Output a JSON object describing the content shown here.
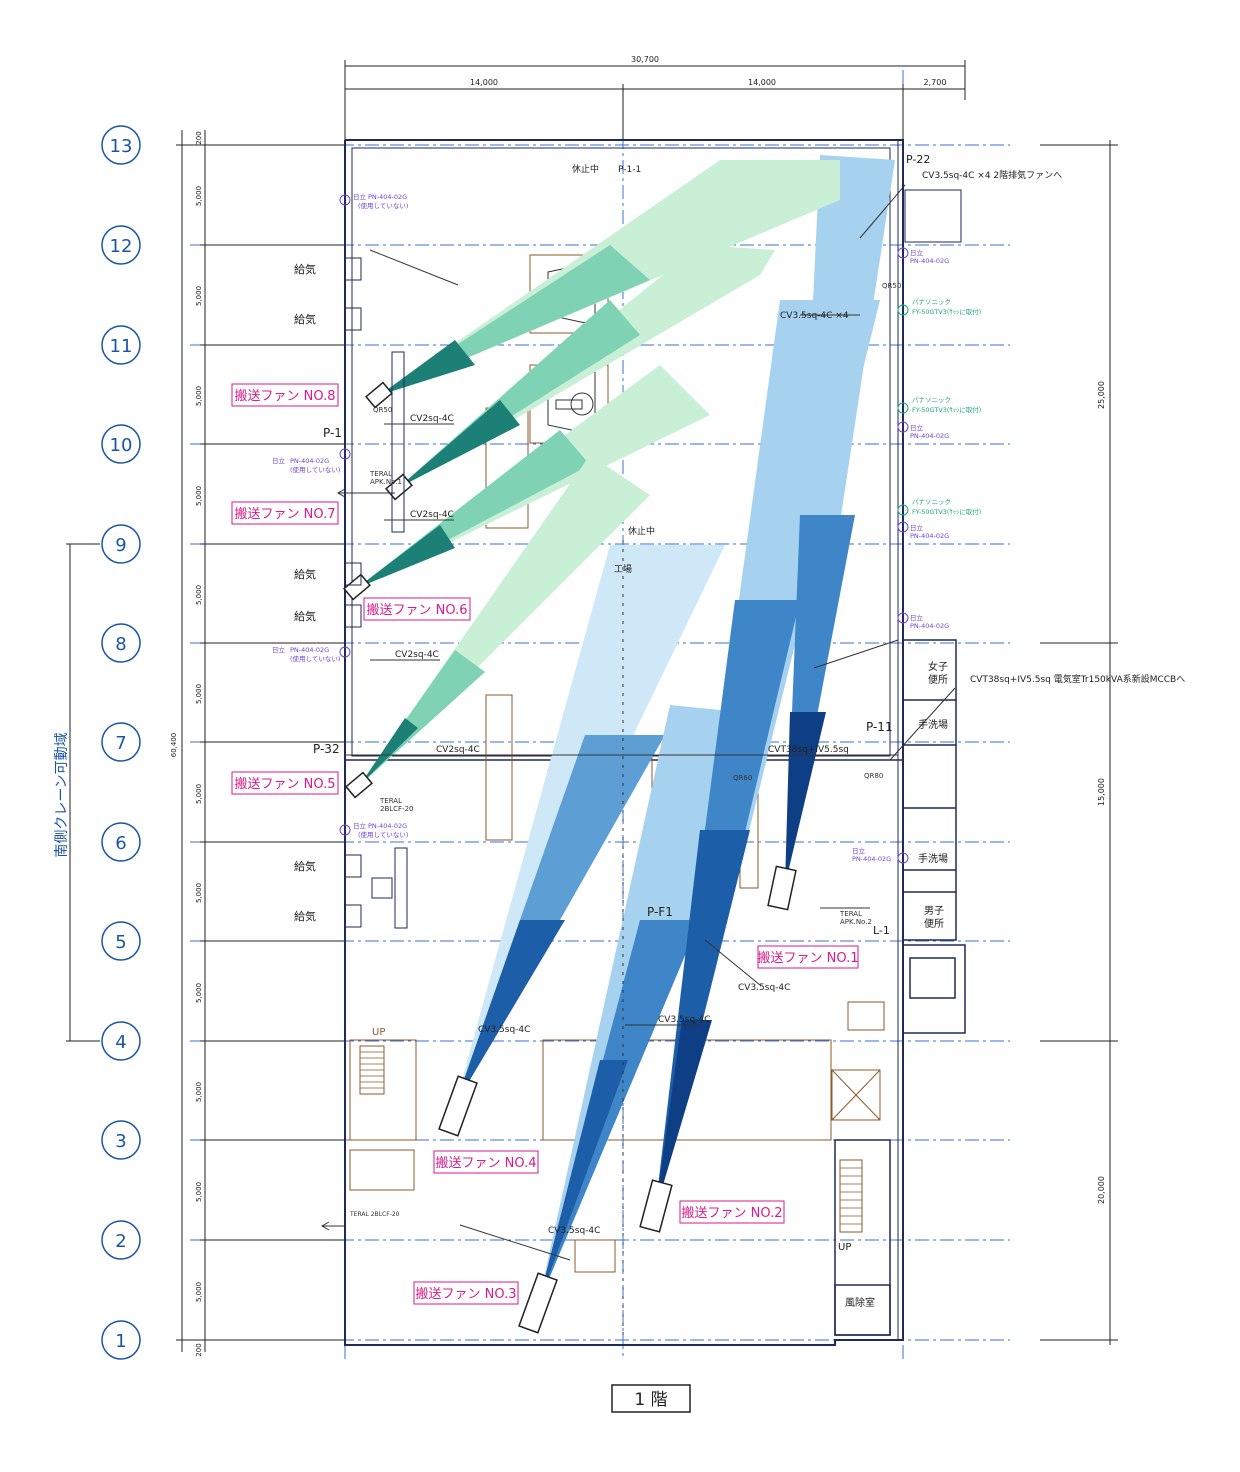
{
  "title": "1 階",
  "dims": {
    "top_total": "30,700",
    "top_a": "14,000",
    "top_b": "14,000",
    "top_c": "2,700",
    "left_total": "60,400",
    "right_a": "25,000",
    "right_b": "15,000",
    "right_c": "20,000",
    "left_segments": [
      "200",
      "5,000",
      "5,000",
      "5,000",
      "5,000",
      "5,000",
      "5,000",
      "5,000",
      "5,000",
      "5,000",
      "5,000",
      "5,000",
      "5,000",
      "200"
    ]
  },
  "grid_rows": [
    "13",
    "12",
    "11",
    "10",
    "9",
    "8",
    "7",
    "6",
    "5",
    "4",
    "3",
    "2",
    "1"
  ],
  "crane_label": "南側クレーン可動域",
  "fan_labels": [
    "搬送ファン NO.1",
    "搬送ファン NO.2",
    "搬送ファン NO.3",
    "搬送ファン NO.4",
    "搬送ファン NO.5",
    "搬送ファン NO.6",
    "搬送ファン NO.7",
    "搬送ファン NO.8"
  ],
  "supply_label": "給気",
  "panels": {
    "p22": "P-22",
    "p1": "P-1",
    "p32": "P-32",
    "p11": "P-11",
    "pf1": "P-F1",
    "l1": "L-1",
    "p11_top": "P-1-1",
    "kyushi": "休止中",
    "kyushi2": "休止中",
    "factory": "工場"
  },
  "rooms": {
    "women_wc_1": "女子",
    "women_wc_2": "便所",
    "wash_1": "手洗場",
    "wash_2": "手洗場",
    "men_wc_1": "男子",
    "men_wc_2": "便所",
    "air_shower": "風除室",
    "up1": "UP",
    "up2": "UP"
  },
  "cables": {
    "c1": "CV3.5sq-4C ×4 2階排気ファンへ",
    "c2": "CV3.5sq-4C ×4",
    "c3": "CVT38sq+IV5.5sq 電気室Tr150kVA系新設MCCBへ",
    "c4": "CVT38sq+IV5.5sq",
    "c5": "CV2sq-4C",
    "c6": "CV2sq-4C",
    "c7": "CV2sq-4C",
    "c8": "CV2sq-4C",
    "c9": "CV3.5sq-4C",
    "c10": "CV3.5sq-4C",
    "c11": "CV3.5sq-4C",
    "c12": "CV3.5sq-4C"
  },
  "equip": {
    "qr50a": "QR50",
    "qr50b": "QR50",
    "qr80": "QR80",
    "qr60": "QR60",
    "teral1": "TERAL",
    "apk1": "APK.No.1",
    "teral2": "TERAL",
    "teral2b": "2BLCF-20",
    "teral3": "TERAL",
    "apk2": "APK.No.2",
    "teral4": "TERAL 2BLCF-20",
    "hitachi": "日立",
    "pn": "PN-404-02G",
    "unused": "(使用していない)",
    "panasonic": "パナソニック",
    "fy": "FY-50GTV3(ｻｯｼに取付)"
  }
}
